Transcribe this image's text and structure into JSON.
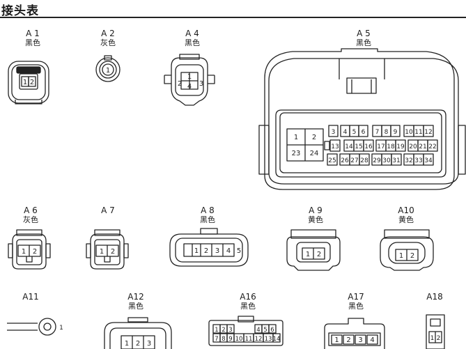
{
  "page": {
    "title": "接头表"
  },
  "connectors": [
    {
      "id": "A 1",
      "color": "黑色",
      "pins": [
        "1",
        "2"
      ]
    },
    {
      "id": "A 2",
      "color": "灰色",
      "pins": [
        "1"
      ]
    },
    {
      "id": "A 4",
      "color": "黑色",
      "pins": [
        "1",
        "2",
        "3",
        "4"
      ]
    },
    {
      "id": "A 5",
      "color": "黑色",
      "pins": [
        "1",
        "2",
        "23",
        "24",
        "3",
        "4",
        "5",
        "6",
        "7",
        "8",
        "9",
        "10",
        "11",
        "12",
        "13",
        "14",
        "15",
        "16",
        "17",
        "18",
        "19",
        "20",
        "21",
        "22",
        "25",
        "26",
        "27",
        "28",
        "29",
        "30",
        "31",
        "32",
        "33",
        "34"
      ]
    },
    {
      "id": "A 6",
      "color": "灰色",
      "pins": [
        "1",
        "2"
      ]
    },
    {
      "id": "A 7",
      "color": "",
      "pins": [
        "1",
        "2"
      ]
    },
    {
      "id": "A 8",
      "color": "黑色",
      "pins": [
        "1",
        "2",
        "3",
        "4",
        "5"
      ]
    },
    {
      "id": "A 9",
      "color": "黄色",
      "pins": [
        "1",
        "2"
      ]
    },
    {
      "id": "A10",
      "color": "黄色",
      "pins": [
        "1",
        "2"
      ]
    },
    {
      "id": "A11",
      "color": "",
      "pins": [
        "1"
      ]
    },
    {
      "id": "A12",
      "color": "黑色",
      "pins": [
        "1",
        "2",
        "3"
      ]
    },
    {
      "id": "A16",
      "color": "黑色",
      "pins": [
        "1",
        "2",
        "3",
        "4",
        "5",
        "6",
        "7",
        "8",
        "9",
        "10",
        "11",
        "12",
        "13",
        "14"
      ]
    },
    {
      "id": "A17",
      "color": "黑色",
      "pins": [
        "1",
        "2",
        "3",
        "4"
      ]
    },
    {
      "id": "A18",
      "color": "",
      "pins": [
        "1",
        "2"
      ]
    }
  ]
}
